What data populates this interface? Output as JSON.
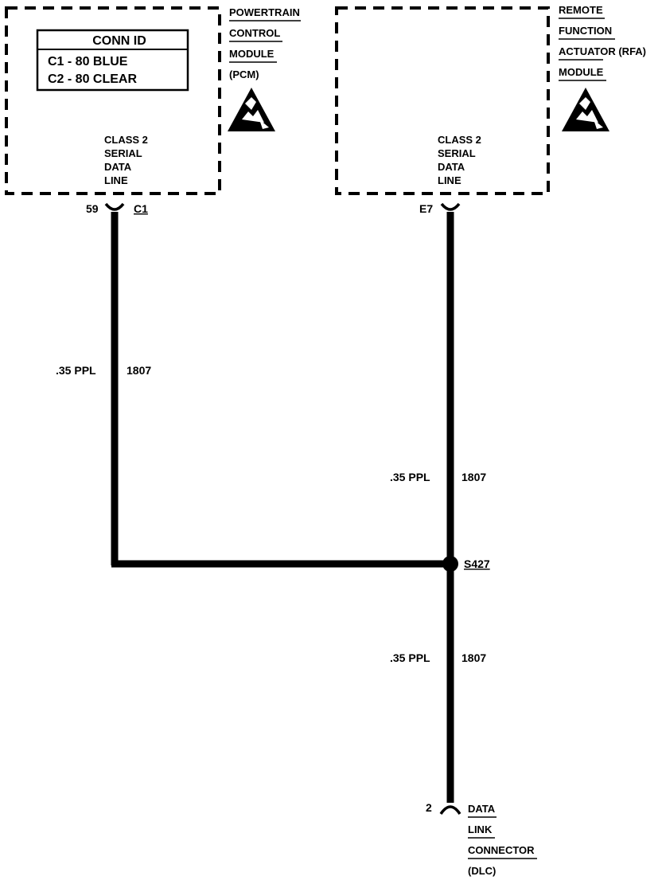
{
  "pcm": {
    "name_lines": [
      "POWERTRAIN",
      "CONTROL",
      "MODULE",
      "(PCM)"
    ],
    "conn_id": {
      "title": "CONN ID",
      "rows": [
        "C1 - 80 BLUE",
        "C2 - 80 CLEAR"
      ]
    },
    "signal_lines": [
      "CLASS 2",
      "SERIAL",
      "DATA",
      "LINE"
    ],
    "pin": "59",
    "connector": "C1",
    "esd_icon": "esd-warning-icon"
  },
  "rfa": {
    "name_lines": [
      "REMOTE",
      "FUNCTION",
      "ACTUATOR (RFA)",
      "MODULE"
    ],
    "signal_lines": [
      "CLASS 2",
      "SERIAL",
      "DATA",
      "LINE"
    ],
    "pin": "E7",
    "esd_icon": "esd-warning-icon"
  },
  "wires": [
    {
      "id": "pcm-wire",
      "size_color": ".35 PPL",
      "circuit": "1807"
    },
    {
      "id": "rfa-wire",
      "size_color": ".35 PPL",
      "circuit": "1807"
    },
    {
      "id": "dlc-wire",
      "size_color": ".35 PPL",
      "circuit": "1807"
    }
  ],
  "splice": {
    "label": "S427"
  },
  "dlc": {
    "pin": "2",
    "name_lines": [
      "DATA",
      "LINK",
      "CONNECTOR",
      "(DLC)"
    ]
  }
}
